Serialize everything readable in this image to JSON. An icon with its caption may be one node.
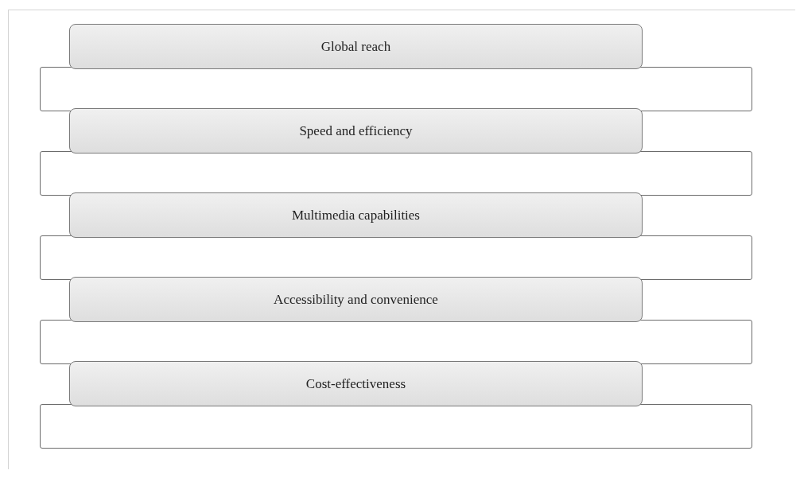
{
  "diagram": {
    "nodes": [
      {
        "text": [
          "Global reach"
        ]
      },
      {
        "text": [
          "Speed and efficiency"
        ]
      },
      {
        "text": [
          "Multimedia capabilities"
        ]
      },
      {
        "text": [
          "Accessibility and convenience"
        ]
      },
      {
        "text": [
          "Cost-effectiveness"
        ]
      }
    ]
  }
}
